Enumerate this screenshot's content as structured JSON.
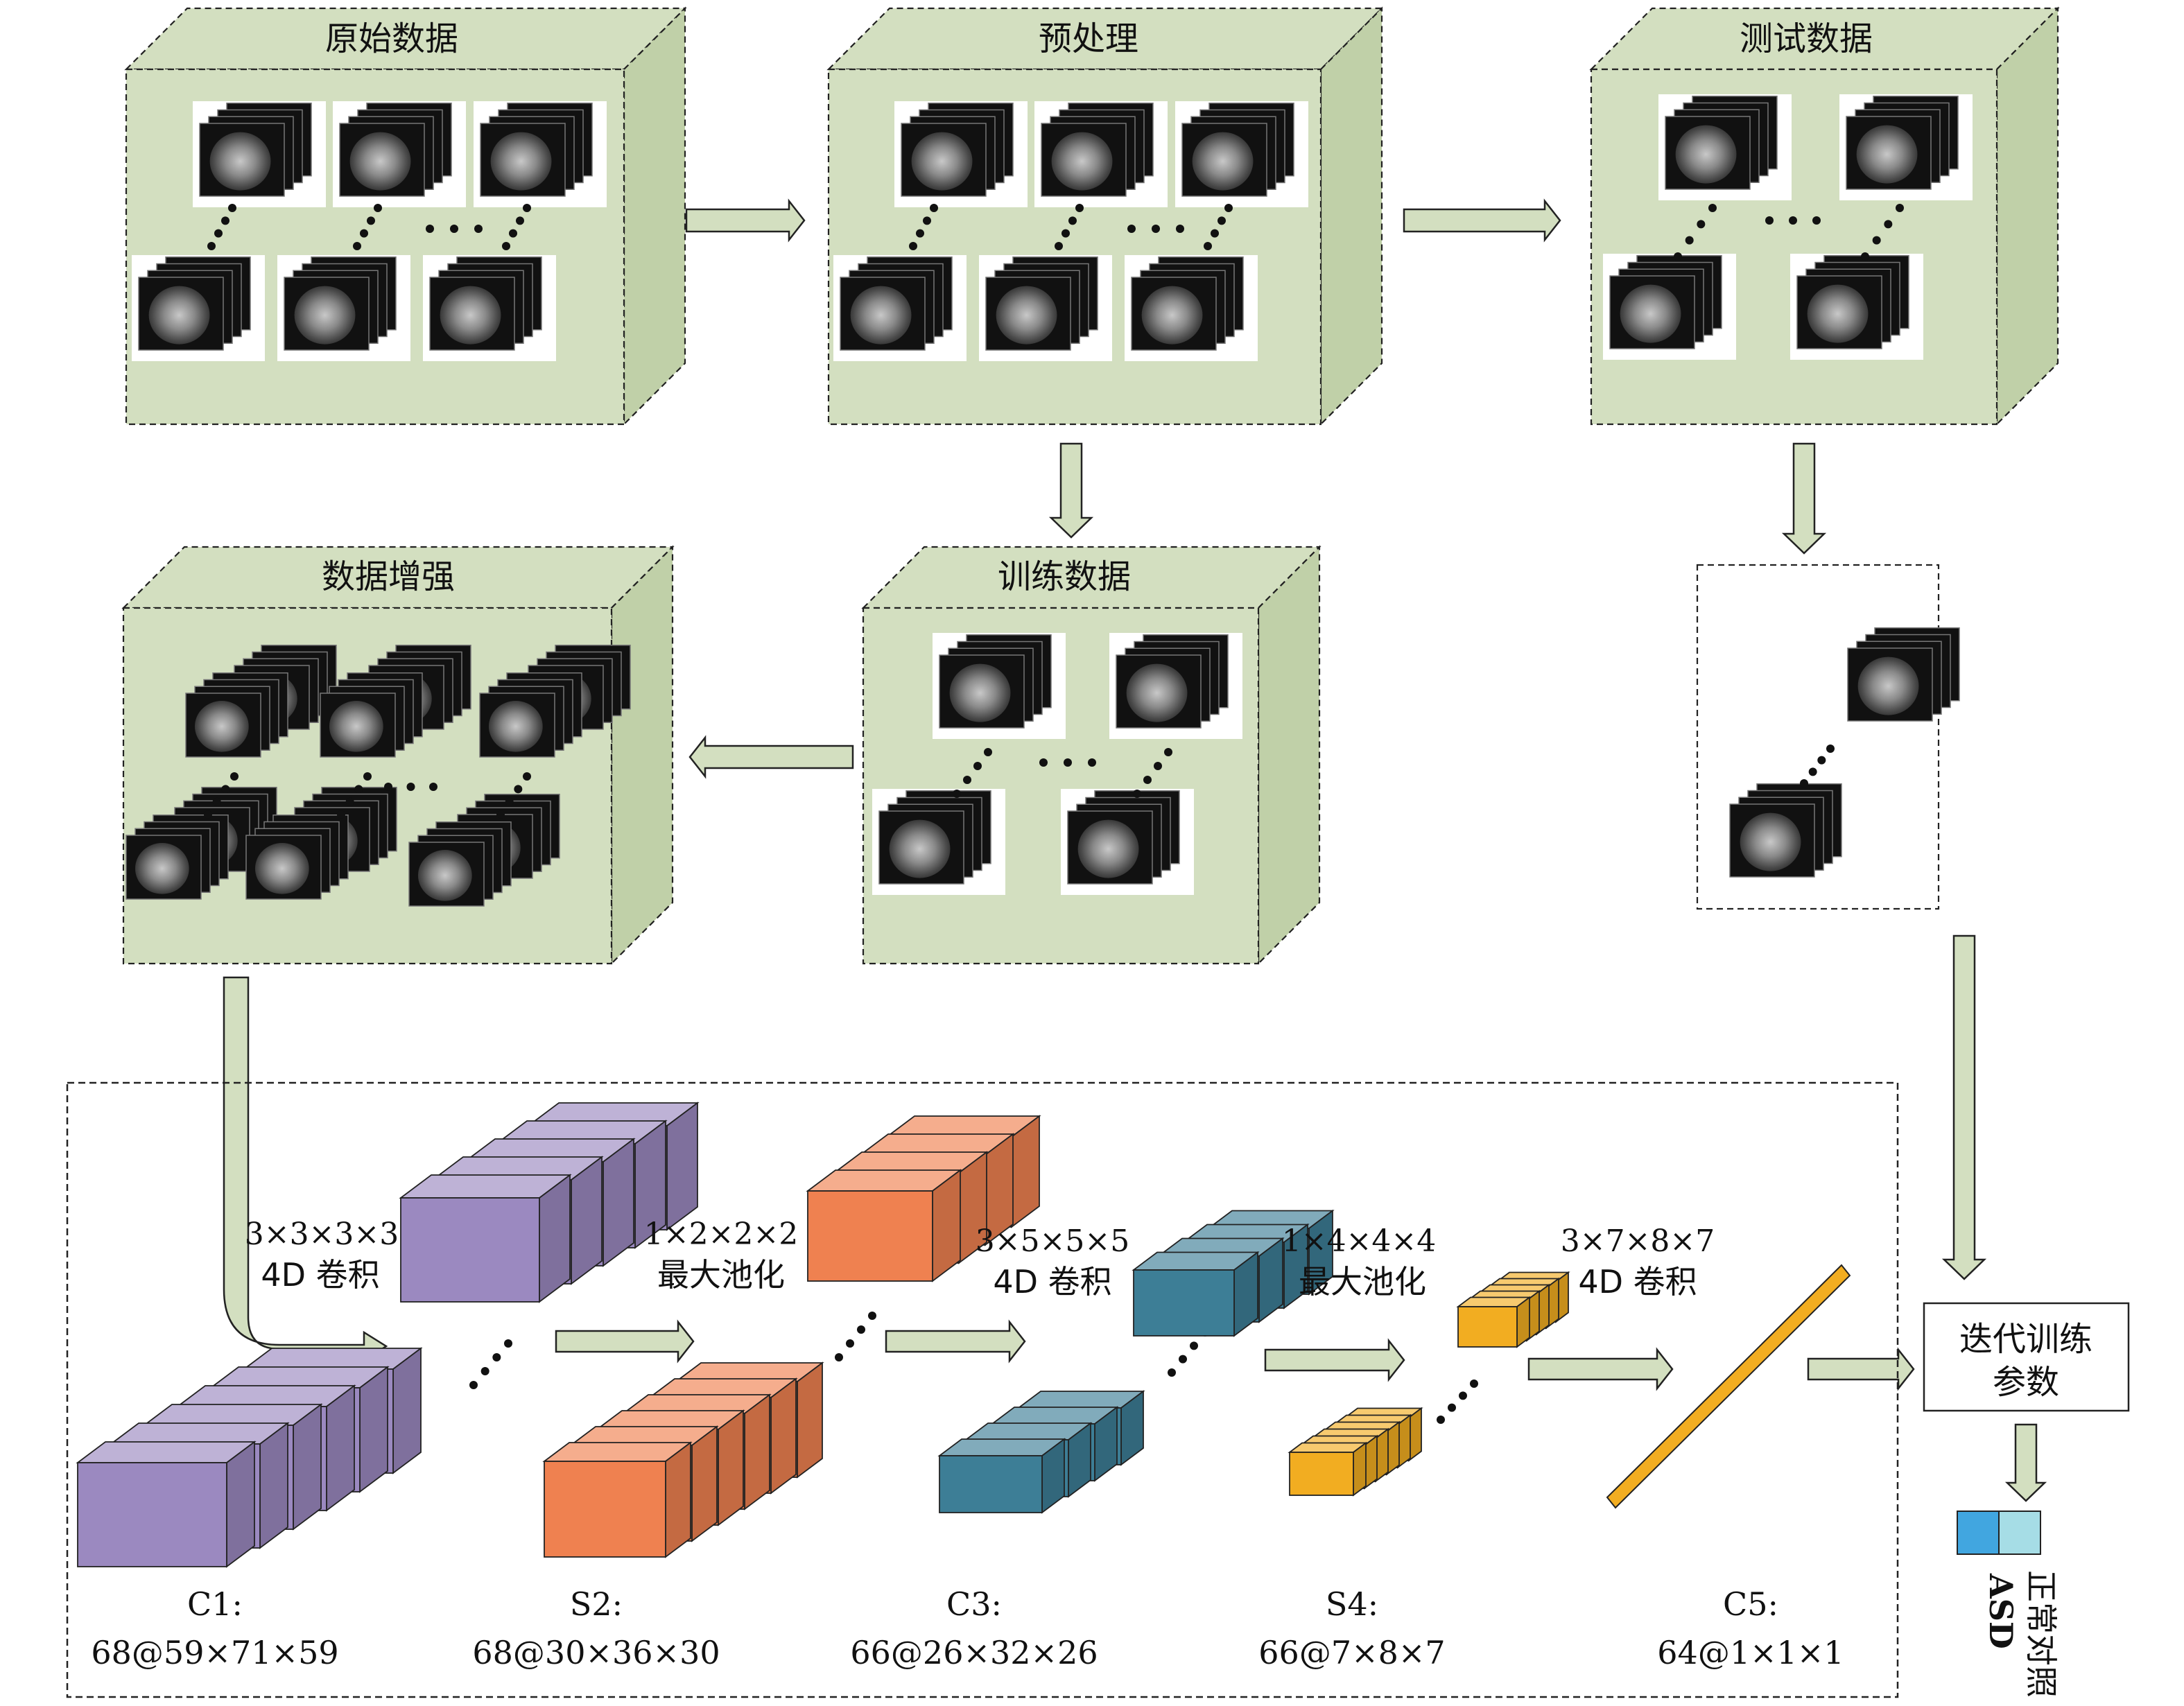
{
  "stages": {
    "raw": "原始数据",
    "preprocess": "预处理",
    "test": "测试数据",
    "augment": "数据增强",
    "train": "训练数据"
  },
  "ops": [
    {
      "dims": "3×3×3×3",
      "name": "4D 卷积"
    },
    {
      "dims": "1×2×2×2",
      "name": "最大池化"
    },
    {
      "dims": "3×5×5×5",
      "name": "4D 卷积"
    },
    {
      "dims": "1×4×4×4",
      "name": "最大池化"
    },
    {
      "dims": "3×7×8×7",
      "name": "4D 卷积"
    }
  ],
  "layers": [
    {
      "name": "C1:",
      "shape": "68@59×71×59",
      "color": "#9b89c0"
    },
    {
      "name": "S2:",
      "shape": "68@30×36×30",
      "color": "#ef8150"
    },
    {
      "name": "C3:",
      "shape": "66@26×32×26",
      "color": "#3d7e96"
    },
    {
      "name": "S4:",
      "shape": "66@7×8×7",
      "color": "#f2ad21"
    },
    {
      "name": "C5:",
      "shape": "64@1×1×1",
      "color": "#f2ad21"
    }
  ],
  "output": {
    "box_line1": "迭代训练",
    "box_line2": "参数",
    "class_a": "ASD",
    "class_b": "正常对照",
    "class_a_color": "#41a6e0",
    "class_b_color": "#a6dde6"
  },
  "colors": {
    "panel_front": "#d3dfc0",
    "panel_side": "#c0d0a8",
    "arrow_fill": "#d3dfc0"
  }
}
